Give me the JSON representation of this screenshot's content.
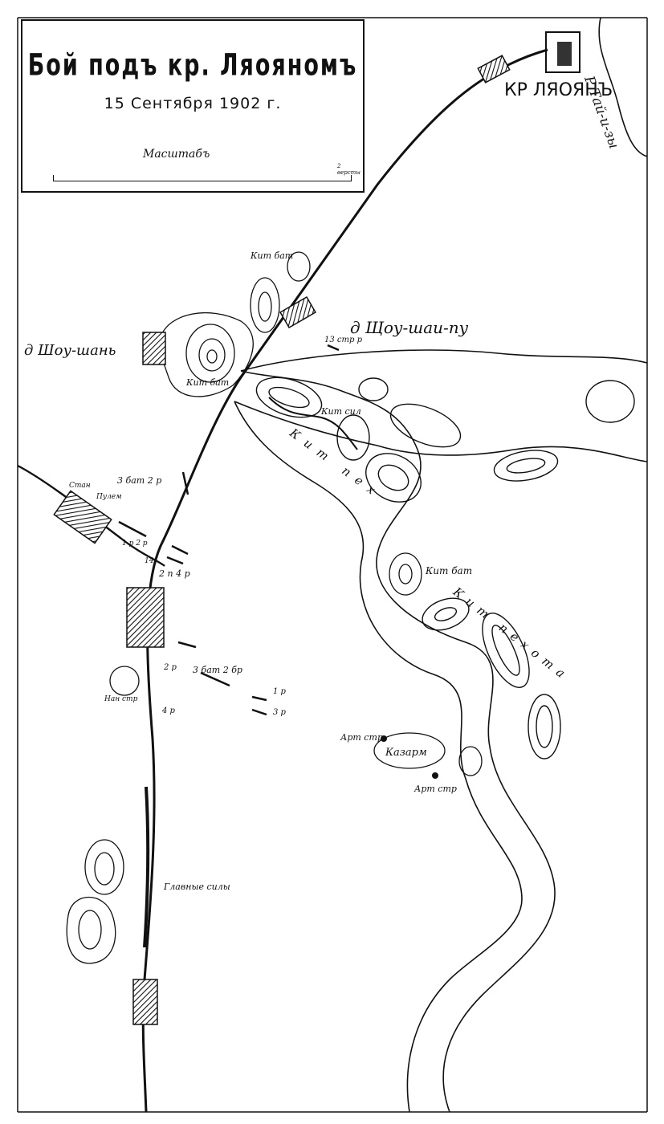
{
  "title": "Бой подъ кр. Ляояномъ",
  "subtitle": "15 Сентября 1902 г.",
  "scale": {
    "label": "Масштабъ",
    "end_label": "2 версты"
  },
  "places": {
    "fortress": "КР ЛЯОЯНЪ",
    "river": "Р Тай-и-зы",
    "village_north": "д Щоу-шаи-пу",
    "village_west": "д Шоу-шань",
    "kitai_top": "Кит бат",
    "kitai_fanzy": "Кит сил",
    "kitai_bat_left": "Кит бат",
    "kitai_bat_mid": "Кит бат",
    "kitai_pehota_1": "Кит пех",
    "kitai_pehota_2": "Кит пехота",
    "strelki_13": "13 стр р",
    "kaza": "Казарм",
    "art_1": "Арт стр",
    "art_2": "Арт стр",
    "main_forces": "Главные силы"
  },
  "units": {
    "u3bat2": "3 бат 2 р",
    "stan": "Стан",
    "pulem": "Пулем",
    "u1p2r": "1 р 2 р",
    "u2p4r": "2 п 4 р",
    "u3bat2b": "3 бат 2 бр",
    "u2r": "2 р",
    "u1r": "1 р",
    "u3r": "3 р",
    "u4r": "4 р",
    "nanstr": "Нан стр",
    "u14": "14"
  }
}
